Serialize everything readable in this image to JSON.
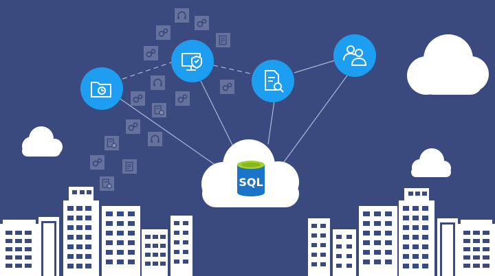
{
  "sql_badge": {
    "label": "SQL"
  },
  "colors": {
    "background": "#3a4a7e",
    "node_blue": "#1e9ef0",
    "cloud": "#ffffff",
    "sql_cylinder": "#1b74c7",
    "sql_top": "#a6d22c",
    "building": "#ffffff",
    "tile": "#8b94b3"
  },
  "nodes": [
    {
      "id": "folder",
      "icon": "folder-clock-icon"
    },
    {
      "id": "monitor",
      "icon": "monitor-shield-icon"
    },
    {
      "id": "document",
      "icon": "document-search-icon"
    },
    {
      "id": "users",
      "icon": "users-icon"
    }
  ],
  "tile_icons": [
    "headset-icon",
    "gears-icon",
    "checklist-icon",
    "document-clock-icon"
  ]
}
